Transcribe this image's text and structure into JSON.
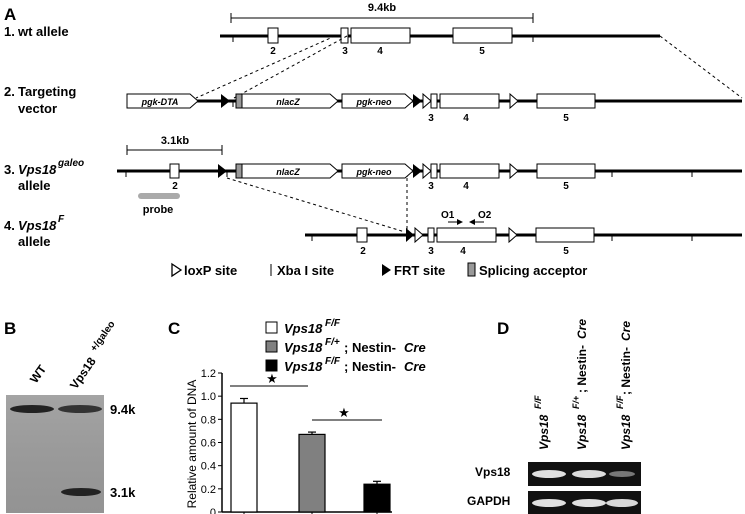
{
  "panelA": {
    "letter": "A",
    "scale_top": "9.4kb",
    "scale_mid": "3.1kb",
    "rows": [
      {
        "num": "1.",
        "label": "wt allele"
      },
      {
        "num": "2.",
        "label": "Targeting",
        "label2": "vector"
      },
      {
        "num": "3.",
        "label": "Vps18",
        "sup": "galeo",
        "label2": "allele"
      },
      {
        "num": "4.",
        "label": "Vps18",
        "sup": "F",
        "label2": "allele"
      }
    ],
    "exons": {
      "e2": "2",
      "e3": "3",
      "e4": "4",
      "e5": "5"
    },
    "cassettes": {
      "dta": "pgk-DTA",
      "nlacz": "nlacZ",
      "neo": "pgk-neo"
    },
    "probe": "probe",
    "primers": {
      "o1": "O1",
      "o2": "O2"
    },
    "legend": {
      "loxp": "loxP site",
      "xba": "Xba I site",
      "frt": "FRT site",
      "sa": "Splicing acceptor"
    }
  },
  "panelB": {
    "letter": "B",
    "lanes": [
      "WT",
      "Vps18"
    ],
    "lane2_sup": "+/galeo",
    "bands": [
      "9.4k",
      "3.1k"
    ]
  },
  "panelC": {
    "letter": "C",
    "legend": [
      {
        "name": "Vps18",
        "sup": "F/F",
        "suffix": "",
        "color": "#ffffff"
      },
      {
        "name": "Vps18",
        "sup": "F/+",
        "suffix": "; Nestin-",
        "cre": "Cre",
        "color": "#808080"
      },
      {
        "name": "Vps18",
        "sup": "F/F",
        "suffix": "; Nestin-",
        "cre": "Cre",
        "color": "#000000"
      }
    ],
    "ylabel": "Relative amount of DNA",
    "star": "★"
  },
  "chart_data": {
    "type": "bar",
    "categories": [
      "Vps18 F/F",
      "Vps18 F/+; Nestin-Cre",
      "Vps18 F/F; Nestin-Cre"
    ],
    "values": [
      0.94,
      0.67,
      0.24
    ],
    "errors": [
      0.04,
      0.02,
      0.025
    ],
    "colors": [
      "#ffffff",
      "#808080",
      "#000000"
    ],
    "ylim": [
      0,
      1.2
    ],
    "yticks": [
      "0",
      "0.2",
      "0.4",
      "0.6",
      "0.8",
      "1.0",
      "1.2"
    ],
    "ytick_values": [
      0,
      0.2,
      0.4,
      0.6,
      0.8,
      1.0,
      1.2
    ],
    "ylabel": "Relative amount of DNA",
    "significance": [
      "★",
      "★"
    ]
  },
  "panelD": {
    "letter": "D",
    "lanes": [
      {
        "name": "Vps18",
        "sup": "F/F",
        "suffix": ""
      },
      {
        "name": "Vps18",
        "sup": "F/+",
        "suffix": "; Nestin-",
        "cre": "Cre"
      },
      {
        "name": "Vps18",
        "sup": "F/F",
        "suffix": "; Nestin-",
        "cre": "Cre"
      }
    ],
    "rows": [
      "Vps18",
      "GAPDH"
    ]
  }
}
